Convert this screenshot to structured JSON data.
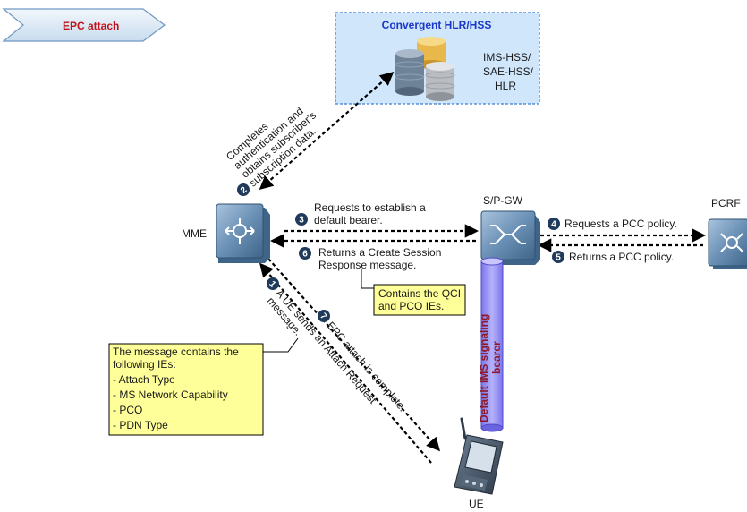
{
  "header": {
    "label": "EPC attach"
  },
  "hss": {
    "title": "Convergent HLR/HSS",
    "db_lines": [
      "IMS-HSS/",
      "SAE-HSS/",
      "HLR"
    ],
    "icon": "database-icon"
  },
  "nodes": {
    "mme": {
      "label": "MME",
      "icon": "router-icon"
    },
    "sgw": {
      "label": "S/P-GW",
      "icon": "switch-icon"
    },
    "pcrf": {
      "label": "PCRF",
      "icon": "router-icon"
    },
    "ue": {
      "label": "UE",
      "icon": "pda-icon"
    }
  },
  "steps": {
    "s1": {
      "num": "1",
      "lines": [
        "A UE sends an Attach Request",
        "message."
      ]
    },
    "s2": {
      "num": "2",
      "lines": [
        "Completes",
        "authentication and",
        "obtains subscriber's",
        "subscription data."
      ]
    },
    "s3": {
      "num": "3",
      "lines": [
        "Requests to establish a",
        "default bearer."
      ]
    },
    "s4": {
      "num": "4",
      "text": "Requests a PCC policy."
    },
    "s5": {
      "num": "5",
      "text": "Returns a PCC policy."
    },
    "s6": {
      "num": "6",
      "lines": [
        "Returns a Create Session",
        "Response message."
      ]
    },
    "s7": {
      "num": "7",
      "text": "EPC attach is complete."
    }
  },
  "callouts": {
    "qci": {
      "lines": [
        "Contains the QCI",
        "and PCO IEs."
      ]
    },
    "ies": {
      "lines": [
        "The message contains the",
        "following IEs:",
        "-  Attach Type",
        "-  MS Network Capability",
        "-  PCO",
        "-  PDN Type"
      ]
    }
  },
  "bearer": {
    "label": [
      "Default IMS signaling",
      "bearer"
    ]
  },
  "colors": {
    "step_circle": "#1f3a5a",
    "callout_fill": "#ffff99",
    "hss_fill": "#cfe6fb",
    "header_fill": "#dce9f5",
    "bearer_fill": "#9a95f5",
    "bearer_text": "#8b1a2b",
    "node_fill": "#5f86ab"
  }
}
